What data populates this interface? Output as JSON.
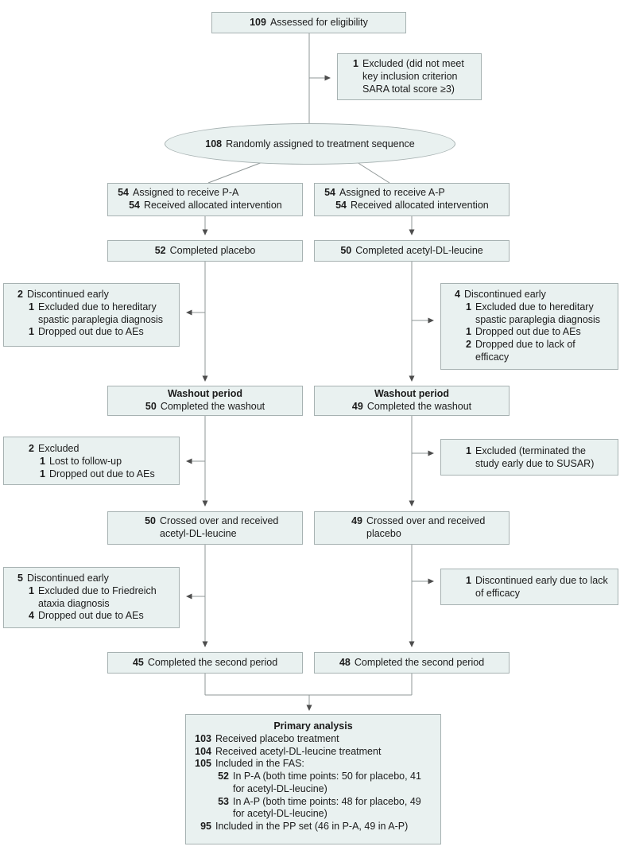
{
  "figure": {
    "type": "consort-flow-diagram",
    "colors": {
      "box_fill": "#e9f1f0",
      "box_border": "#a7b2b2",
      "connector_line": "#8f9797",
      "arrowhead": "#4d4d4d",
      "text": "#1b1b1b",
      "background": "#ffffff"
    }
  },
  "flow": {
    "eligibility": {
      "num": "109",
      "text": "Assessed for eligibility"
    },
    "excluded_top": {
      "num": "1",
      "text": "Excluded (did not meet key inclusion criterion SARA total score ≥3)"
    },
    "randomized": {
      "num": "108",
      "text": "Randomly assigned to treatment sequence"
    },
    "assigned_pa": {
      "l1": {
        "num": "54",
        "text": "Assigned to receive P-A"
      },
      "l2": {
        "num": "54",
        "text": "Received allocated intervention"
      }
    },
    "assigned_ap": {
      "l1": {
        "num": "54",
        "text": "Assigned to receive A-P"
      },
      "l2": {
        "num": "54",
        "text": "Received allocated intervention"
      }
    },
    "completed_placebo": {
      "num": "52",
      "text": "Completed placebo"
    },
    "completed_acetyl": {
      "num": "50",
      "text": "Completed acetyl-DL-leucine"
    },
    "disc1_left": {
      "l1": {
        "num": "2",
        "text": "Discontinued early"
      },
      "l2": {
        "num": "1",
        "text": "Excluded due to hereditary spastic paraplegia diagnosis"
      },
      "l3": {
        "num": "1",
        "text": "Dropped out due to AEs"
      }
    },
    "disc1_right": {
      "l1": {
        "num": "4",
        "text": "Discontinued early"
      },
      "l2": {
        "num": "1",
        "text": "Excluded due to hereditary spastic paraplegia diagnosis"
      },
      "l3": {
        "num": "1",
        "text": "Dropped out due to AEs"
      },
      "l4": {
        "num": "2",
        "text": "Dropped due to lack of efficacy"
      }
    },
    "washout_left": {
      "title": "Washout period",
      "num": "50",
      "text": "Completed the washout"
    },
    "washout_right": {
      "title": "Washout period",
      "num": "49",
      "text": "Completed the washout"
    },
    "excl2_left": {
      "l1": {
        "num": "2",
        "text": "Excluded"
      },
      "l2": {
        "num": "1",
        "text": "Lost to follow-up"
      },
      "l3": {
        "num": "1",
        "text": "Dropped out due to AEs"
      }
    },
    "excl2_right": {
      "num": "1",
      "text": "Excluded (terminated the study early due to SUSAR)"
    },
    "cross_left": {
      "num": "50",
      "text": "Crossed over and received acetyl-DL-leucine"
    },
    "cross_right": {
      "num": "49",
      "text": "Crossed over and received placebo"
    },
    "disc2_left": {
      "l1": {
        "num": "5",
        "text": "Discontinued early"
      },
      "l2": {
        "num": "1",
        "text": "Excluded due to Friedreich ataxia diagnosis"
      },
      "l3": {
        "num": "4",
        "text": "Dropped out due to AEs"
      }
    },
    "disc2_right": {
      "num": "1",
      "text": "Discontinued early due to lack of efficacy"
    },
    "second_left": {
      "num": "45",
      "text": "Completed the second period"
    },
    "second_right": {
      "num": "48",
      "text": "Completed the second period"
    },
    "primary": {
      "title": "Primary analysis",
      "l1": {
        "num": "103",
        "text": "Received placebo treatment"
      },
      "l2": {
        "num": "104",
        "text": "Received acetyl-DL-leucine treatment"
      },
      "l3": {
        "num": "105",
        "text": "Included in the FAS:"
      },
      "l4": {
        "num": "52",
        "text": "In P-A (both time points: 50 for placebo, 41 for acetyl-DL-leucine)"
      },
      "l5": {
        "num": "53",
        "text": "In A-P (both time points: 48 for placebo, 49 for acetyl-DL-leucine)"
      },
      "l6": {
        "num": "95",
        "text": "Included in the PP set (46 in P-A, 49 in A-P)"
      }
    }
  }
}
